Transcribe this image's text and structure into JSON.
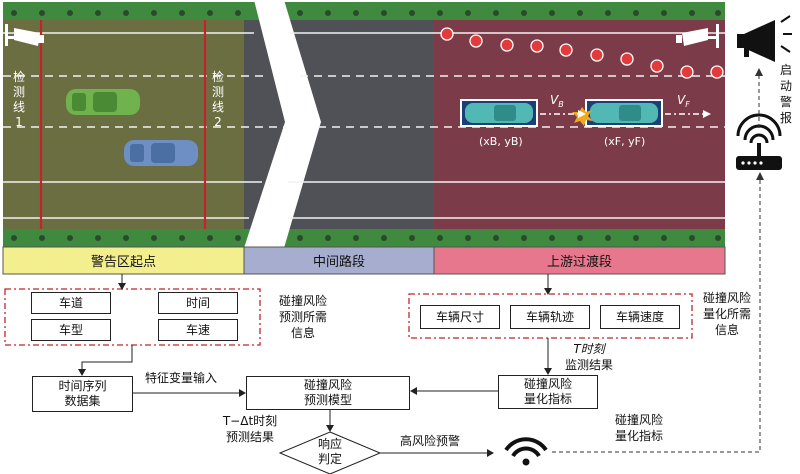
{
  "detection": {
    "line1_chars": [
      "检",
      "测",
      "线",
      "1"
    ],
    "line2_chars": [
      "检",
      "测",
      "线",
      "2"
    ]
  },
  "road": {
    "vb_label": "V",
    "vb_sub": "B",
    "vf_label": "V",
    "vf_sub": "F",
    "coord_b": "(xB, yB)",
    "coord_f": "(xF, yF)"
  },
  "sections": {
    "warning_start": "警告区起点",
    "middle": "中间路段",
    "upstream": "上游过渡段"
  },
  "alarm": {
    "chars": [
      "启",
      "动",
      "警",
      "报"
    ]
  },
  "left_group": {
    "items": [
      "车道",
      "时间",
      "车型",
      "车速"
    ],
    "caption_lines": [
      "碰撞风险",
      "预测所需",
      "信息"
    ]
  },
  "right_group": {
    "items": [
      "车辆尺寸",
      "车辆轨迹",
      "车辆速度"
    ],
    "caption_lines": [
      "碰撞风险",
      "量化所需",
      "信息"
    ]
  },
  "flow": {
    "time_series_lines": [
      "时间序列",
      "数据集"
    ],
    "feature_input": "特征变量输入",
    "model_lines": [
      "碰撞风险",
      "预测模型"
    ],
    "quant_lines": [
      "碰撞风险",
      "量化指标"
    ],
    "t_monitor_lines": [
      "T时刻",
      "监测结果"
    ],
    "t_predict_lines": [
      "T−Δt时刻",
      "预测结果"
    ],
    "decision_lines": [
      "响应",
      "判定"
    ],
    "high_risk": "高风险预警",
    "quant_bottom_lines": [
      "碰撞风险",
      "量化指标"
    ]
  }
}
